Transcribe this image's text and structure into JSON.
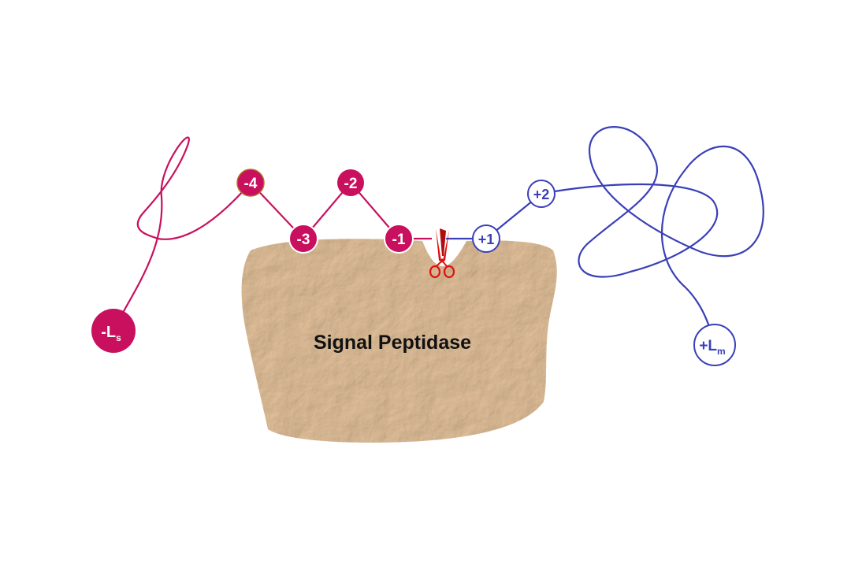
{
  "enzyme": {
    "label": "Signal Peptidase"
  },
  "signal_residues": {
    "minus_4": "-4",
    "minus_3": "-3",
    "minus_2": "-2",
    "minus_1": "-1",
    "minus_Ls_main": "-L",
    "minus_Ls_sub": "s"
  },
  "mature_residues": {
    "plus_1": "+1",
    "plus_2": "+2",
    "plus_Lm_main": "+L",
    "plus_Lm_sub": "m"
  },
  "icons": {
    "cleavage": "scissors-icon"
  },
  "colors": {
    "signal_peptide": "#c8105e",
    "mature_protein": "#3a3fb8",
    "enzyme_fill": "#eed9bf",
    "scissors": "#e01010"
  }
}
